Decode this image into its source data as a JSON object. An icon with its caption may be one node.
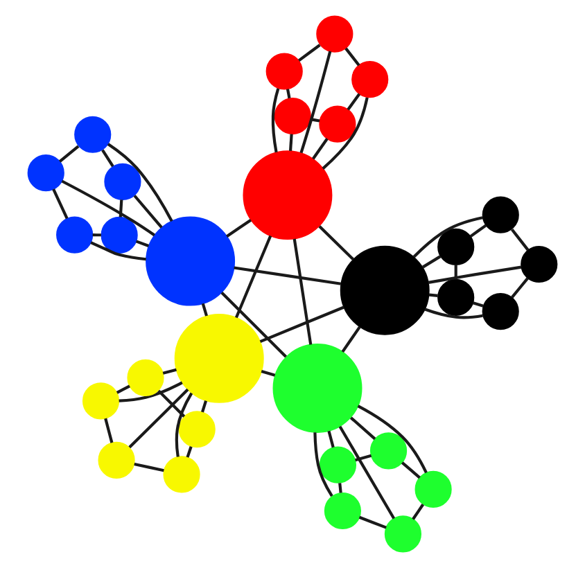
{
  "diagram": {
    "nodes": [
      {
        "text": [],
        "shape": "circle"
      },
      {
        "text": [],
        "shape": "circle"
      },
      {
        "text": [],
        "shape": "circle"
      },
      {
        "text": [],
        "shape": "circle"
      },
      {
        "text": [],
        "shape": "circle"
      },
      {
        "text": [],
        "shape": "circle"
      },
      {
        "text": [],
        "shape": "circle"
      },
      {
        "text": [],
        "shape": "circle"
      },
      {
        "text": [],
        "shape": "circle"
      },
      {
        "text": [],
        "shape": "circle"
      },
      {
        "text": [],
        "shape": "circle"
      },
      {
        "text": [],
        "shape": "circle"
      },
      {
        "text": [],
        "shape": "circle"
      },
      {
        "text": [],
        "shape": "circle"
      },
      {
        "text": [],
        "shape": "circle"
      },
      {
        "text": [],
        "shape": "circle"
      },
      {
        "text": [],
        "shape": "circle"
      },
      {
        "text": [],
        "shape": "circle"
      },
      {
        "text": [],
        "shape": "circle"
      },
      {
        "text": [],
        "shape": "circle"
      },
      {
        "text": [],
        "shape": "circle"
      },
      {
        "text": [],
        "shape": "circle"
      },
      {
        "text": [],
        "shape": "circle"
      },
      {
        "text": [],
        "shape": "circle"
      },
      {
        "text": [],
        "shape": "circle"
      },
      {
        "text": [],
        "shape": "circle"
      },
      {
        "text": [],
        "shape": "circle"
      },
      {
        "text": [],
        "shape": "circle"
      },
      {
        "text": [],
        "shape": "circle"
      },
      {
        "text": [],
        "shape": "circle"
      }
    ],
    "edges": [
      {
        "from": 7,
        "to": 13,
        "arrow": "none"
      },
      {
        "from": 7,
        "to": 14,
        "arrow": "none"
      },
      {
        "from": 7,
        "to": 18,
        "arrow": "none"
      },
      {
        "from": 7,
        "to": 19,
        "arrow": "none"
      },
      {
        "from": 13,
        "to": 14,
        "arrow": "none"
      },
      {
        "from": 13,
        "to": 18,
        "arrow": "none"
      },
      {
        "from": 13,
        "to": 19,
        "arrow": "none"
      },
      {
        "from": 14,
        "to": 18,
        "arrow": "none"
      },
      {
        "from": 14,
        "to": 19,
        "arrow": "none"
      },
      {
        "from": 18,
        "to": 19,
        "arrow": "none"
      },
      {
        "from": 0,
        "to": 1,
        "arrow": "none"
      },
      {
        "from": 0,
        "to": 2,
        "arrow": "none"
      },
      {
        "from": 1,
        "to": 3,
        "arrow": "none"
      },
      {
        "from": 2,
        "to": 4,
        "arrow": "none"
      },
      {
        "from": 3,
        "to": 4,
        "arrow": "none"
      },
      {
        "from": 7,
        "to": 0,
        "arrow": "none"
      },
      {
        "from": 7,
        "to": 1,
        "arrow": "none"
      },
      {
        "from": 7,
        "to": 2,
        "arrow": "none"
      },
      {
        "from": 7,
        "to": 3,
        "arrow": "none"
      },
      {
        "from": 7,
        "to": 4,
        "arrow": "none"
      },
      {
        "from": 6,
        "to": 10,
        "arrow": "none"
      },
      {
        "from": 6,
        "to": 11,
        "arrow": "none"
      },
      {
        "from": 10,
        "to": 15,
        "arrow": "none"
      },
      {
        "from": 15,
        "to": 17,
        "arrow": "none"
      },
      {
        "from": 11,
        "to": 17,
        "arrow": "none"
      },
      {
        "from": 14,
        "to": 6,
        "arrow": "none"
      },
      {
        "from": 14,
        "to": 10,
        "arrow": "none"
      },
      {
        "from": 14,
        "to": 11,
        "arrow": "none"
      },
      {
        "from": 14,
        "to": 15,
        "arrow": "none"
      },
      {
        "from": 14,
        "to": 17,
        "arrow": "none"
      },
      {
        "from": 5,
        "to": 9,
        "arrow": "none"
      },
      {
        "from": 5,
        "to": 8,
        "arrow": "none"
      },
      {
        "from": 9,
        "to": 12,
        "arrow": "none"
      },
      {
        "from": 12,
        "to": 16,
        "arrow": "none"
      },
      {
        "from": 8,
        "to": 16,
        "arrow": "none"
      },
      {
        "from": 13,
        "to": 5,
        "arrow": "none"
      },
      {
        "from": 13,
        "to": 8,
        "arrow": "none"
      },
      {
        "from": 13,
        "to": 9,
        "arrow": "none"
      },
      {
        "from": 13,
        "to": 12,
        "arrow": "none"
      },
      {
        "from": 13,
        "to": 16,
        "arrow": "none"
      },
      {
        "from": 20,
        "to": 21,
        "arrow": "none"
      },
      {
        "from": 21,
        "to": 24,
        "arrow": "none"
      },
      {
        "from": 20,
        "to": 26,
        "arrow": "none"
      },
      {
        "from": 26,
        "to": 27,
        "arrow": "none"
      },
      {
        "from": 24,
        "to": 27,
        "arrow": "none"
      },
      {
        "from": 18,
        "to": 20,
        "arrow": "none"
      },
      {
        "from": 18,
        "to": 21,
        "arrow": "none"
      },
      {
        "from": 18,
        "to": 24,
        "arrow": "none"
      },
      {
        "from": 18,
        "to": 26,
        "arrow": "none"
      },
      {
        "from": 18,
        "to": 27,
        "arrow": "none"
      },
      {
        "from": 22,
        "to": 23,
        "arrow": "none"
      },
      {
        "from": 22,
        "to": 25,
        "arrow": "none"
      },
      {
        "from": 25,
        "to": 28,
        "arrow": "none"
      },
      {
        "from": 28,
        "to": 29,
        "arrow": "none"
      },
      {
        "from": 29,
        "to": 23,
        "arrow": "none"
      },
      {
        "from": 19,
        "to": 22,
        "arrow": "none"
      },
      {
        "from": 19,
        "to": 23,
        "arrow": "none"
      },
      {
        "from": 19,
        "to": 25,
        "arrow": "none"
      },
      {
        "from": 19,
        "to": 28,
        "arrow": "none"
      },
      {
        "from": 19,
        "to": 29,
        "arrow": "none"
      }
    ]
  }
}
